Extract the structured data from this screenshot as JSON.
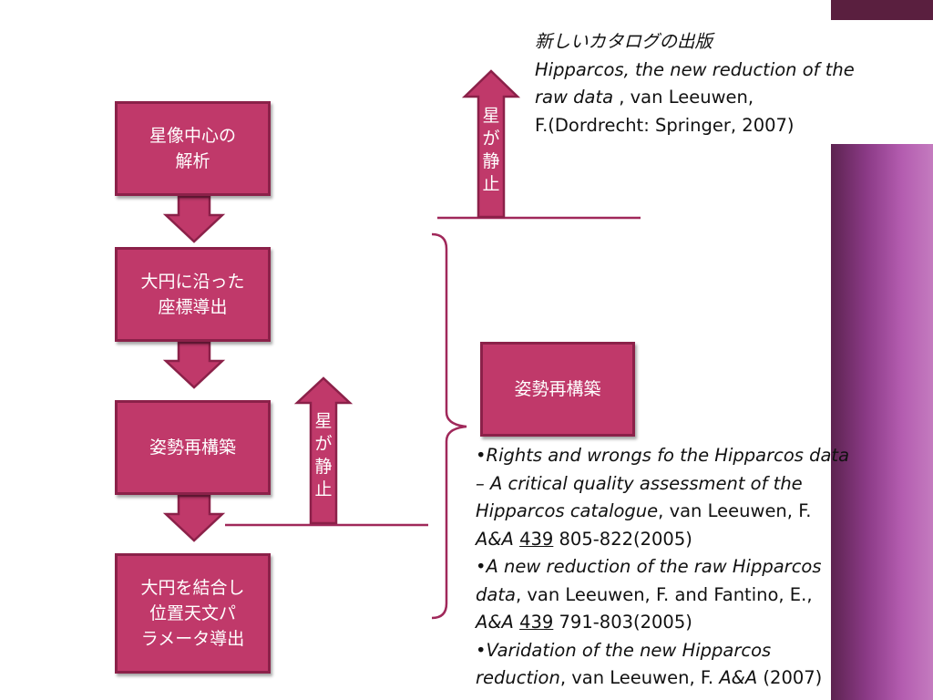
{
  "flow": {
    "step1": "星像中心の\n解析",
    "step2": "大円に沿った\n座標導出",
    "step3": "姿勢再構築",
    "step4": "大円を結合し\n位置天文パ\nラメータ導出",
    "right_box": "姿勢再構築"
  },
  "arrow_labels": {
    "upper": [
      "星",
      "が",
      "静",
      "止"
    ],
    "lower": [
      "星",
      "が",
      "静",
      "止"
    ]
  },
  "top_note": {
    "heading": "新しいカタログの出版",
    "line2_italic": "Hipparcos, the new reduction of the",
    "line3_italic": "raw data",
    "line3_rest": " , van Leeuwen,",
    "line4": "F.(Dordrecht: Springer, 2007)"
  },
  "references": {
    "r1_l1_bullet": "•",
    "r1_l1_italic": "Rights and wrongs fo the Hipparcos data",
    "r1_l2_italic": "– A critical  quality assessment of the",
    "r1_l3_italic": "Hipparcos catalogue",
    "r1_l3_rest": ",  van Leeuwen, F.",
    "r1_l4_journal": "A&A",
    "r1_l4_volume": "439",
    "r1_l4_pages": " 805-822(2005)",
    "r2_l1_bullet": "•",
    "r2_l1_italic": "A new reduction of the raw Hipparcos",
    "r2_l2_italic": "data",
    "r2_l2_rest": ", van Leeuwen, F. and Fantino, E.,",
    "r2_l3_journal": "A&A",
    "r2_l3_volume": "439",
    "r2_l3_pages": " 791-803(2005)",
    "r3_l1_bullet": "•",
    "r3_l1_italic": "Varidation of the new Hipparcos",
    "r3_l2_italic": "reduction",
    "r3_l2_rest": ", van Leeuwen, F. ",
    "r3_l2_journal": "A&A",
    "r3_l2_year": " (2007)"
  },
  "colors": {
    "box_fill": "#c0396a",
    "box_border": "#8b2149",
    "line": "#a0285a"
  }
}
